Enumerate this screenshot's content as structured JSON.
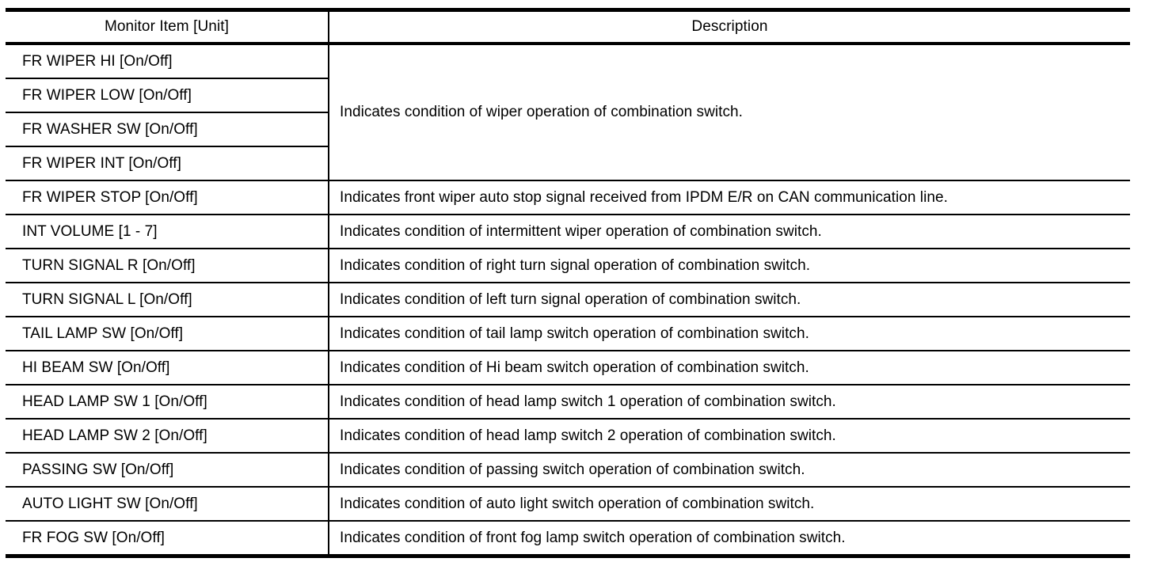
{
  "table": {
    "headers": {
      "item": "Monitor Item [Unit]",
      "description": "Description"
    },
    "grouped_description": "Indicates condition of wiper operation of combination switch.",
    "rows": [
      {
        "item": "FR WIPER HI [On/Off]",
        "description": "Indicates condition of wiper operation of combination switch.",
        "merged_group": 1
      },
      {
        "item": "FR WIPER LOW [On/Off]",
        "description": "Indicates condition of wiper operation of combination switch.",
        "merged_group": 1
      },
      {
        "item": "FR WASHER SW [On/Off]",
        "description": "Indicates condition of wiper operation of combination switch.",
        "merged_group": 1
      },
      {
        "item": "FR WIPER INT [On/Off]",
        "description": "Indicates condition of wiper operation of combination switch.",
        "merged_group": 1
      },
      {
        "item": "FR WIPER STOP [On/Off]",
        "description": "Indicates front wiper auto stop signal received from IPDM E/R on CAN communication line."
      },
      {
        "item": "INT VOLUME [1 - 7]",
        "description": "Indicates condition of intermittent wiper operation of combination switch."
      },
      {
        "item": "TURN SIGNAL R [On/Off]",
        "description": "Indicates condition of right turn signal operation of combination switch."
      },
      {
        "item": "TURN SIGNAL L [On/Off]",
        "description": "Indicates condition of left turn signal operation of combination switch."
      },
      {
        "item": "TAIL LAMP SW [On/Off]",
        "description": "Indicates condition of tail lamp switch operation of combination switch."
      },
      {
        "item": "HI BEAM SW [On/Off]",
        "description": "Indicates condition of Hi beam switch operation of combination switch."
      },
      {
        "item": "HEAD LAMP SW 1 [On/Off]",
        "description": "Indicates condition of head lamp switch 1 operation of combination switch."
      },
      {
        "item": "HEAD LAMP SW 2 [On/Off]",
        "description": "Indicates condition of head lamp switch 2 operation of combination switch."
      },
      {
        "item": "PASSING SW [On/Off]",
        "description": "Indicates condition of passing switch operation of combination switch."
      },
      {
        "item": "AUTO LIGHT SW [On/Off]",
        "description": "Indicates condition of auto light switch operation of combination switch."
      },
      {
        "item": "FR FOG SW [On/Off]",
        "description": "Indicates condition of front fog lamp switch operation of combination switch."
      }
    ]
  },
  "style": {
    "text_color": "#000000",
    "background_color": "#ffffff",
    "border_color": "#000000"
  }
}
